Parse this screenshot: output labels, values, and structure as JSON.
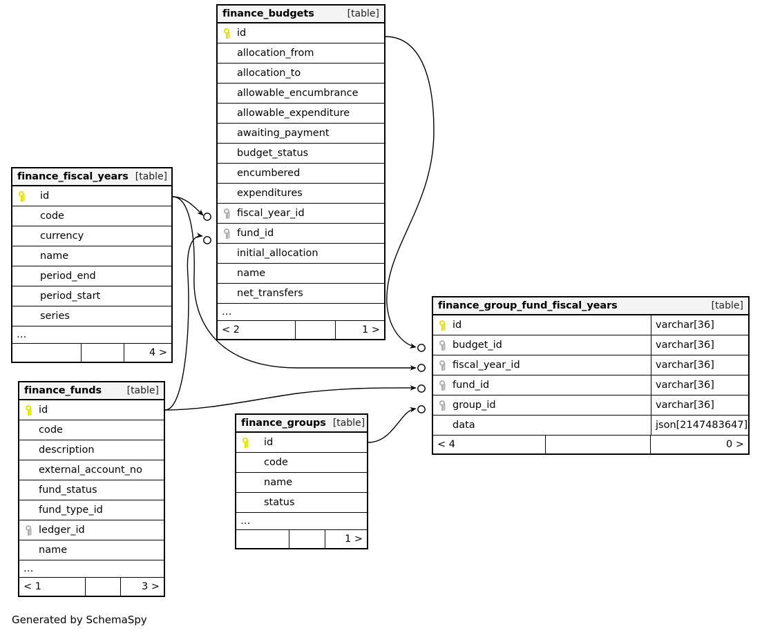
{
  "diagram": {
    "generator_note": "Generated by SchemaSpy",
    "table_kind_label": "[table]",
    "ellipsis": "…",
    "colors": {
      "primary_key_icon": "#e3e300",
      "foreign_key_icon": "#b0b0b0",
      "header_background": "#f4f4f4",
      "border": "#000000",
      "background": "#ffffff"
    }
  },
  "tables": {
    "finance_budgets": {
      "name": "finance_budgets",
      "kind": "[table]",
      "columns": [
        {
          "name": "id",
          "key": "pk",
          "type": ""
        },
        {
          "name": "allocation_from",
          "key": "",
          "type": ""
        },
        {
          "name": "allocation_to",
          "key": "",
          "type": ""
        },
        {
          "name": "allowable_encumbrance",
          "key": "",
          "type": ""
        },
        {
          "name": "allowable_expenditure",
          "key": "",
          "type": ""
        },
        {
          "name": "awaiting_payment",
          "key": "",
          "type": ""
        },
        {
          "name": "budget_status",
          "key": "",
          "type": ""
        },
        {
          "name": "encumbered",
          "key": "",
          "type": ""
        },
        {
          "name": "expenditures",
          "key": "",
          "type": ""
        },
        {
          "name": "fiscal_year_id",
          "key": "fk",
          "type": ""
        },
        {
          "name": "fund_id",
          "key": "fk",
          "type": ""
        },
        {
          "name": "initial_allocation",
          "key": "",
          "type": ""
        },
        {
          "name": "name",
          "key": "",
          "type": ""
        },
        {
          "name": "net_transfers",
          "key": "",
          "type": ""
        }
      ],
      "footer": {
        "left": "< 2",
        "middle": "",
        "right": "1 >"
      }
    },
    "finance_fiscal_years": {
      "name": "finance_fiscal_years",
      "kind": "[table]",
      "columns": [
        {
          "name": "id",
          "key": "pk",
          "type": ""
        },
        {
          "name": "code",
          "key": "",
          "type": ""
        },
        {
          "name": "currency",
          "key": "",
          "type": ""
        },
        {
          "name": "name",
          "key": "",
          "type": ""
        },
        {
          "name": "period_end",
          "key": "",
          "type": ""
        },
        {
          "name": "period_start",
          "key": "",
          "type": ""
        },
        {
          "name": "series",
          "key": "",
          "type": ""
        }
      ],
      "footer": {
        "left": "",
        "middle": "",
        "right": "4 >"
      }
    },
    "finance_funds": {
      "name": "finance_funds",
      "kind": "[table]",
      "columns": [
        {
          "name": "id",
          "key": "pk",
          "type": ""
        },
        {
          "name": "code",
          "key": "",
          "type": ""
        },
        {
          "name": "description",
          "key": "",
          "type": ""
        },
        {
          "name": "external_account_no",
          "key": "",
          "type": ""
        },
        {
          "name": "fund_status",
          "key": "",
          "type": ""
        },
        {
          "name": "fund_type_id",
          "key": "",
          "type": ""
        },
        {
          "name": "ledger_id",
          "key": "fk",
          "type": ""
        },
        {
          "name": "name",
          "key": "",
          "type": ""
        }
      ],
      "footer": {
        "left": "< 1",
        "middle": "",
        "right": "3 >"
      }
    },
    "finance_groups": {
      "name": "finance_groups",
      "kind": "[table]",
      "columns": [
        {
          "name": "id",
          "key": "pk",
          "type": ""
        },
        {
          "name": "code",
          "key": "",
          "type": ""
        },
        {
          "name": "name",
          "key": "",
          "type": ""
        },
        {
          "name": "status",
          "key": "",
          "type": ""
        }
      ],
      "footer": {
        "left": "",
        "middle": "",
        "right": "1 >"
      }
    },
    "finance_group_fund_fiscal_years": {
      "name": "finance_group_fund_fiscal_years",
      "kind": "[table]",
      "columns": [
        {
          "name": "id",
          "key": "pk",
          "type": "varchar[36]"
        },
        {
          "name": "budget_id",
          "key": "fk",
          "type": "varchar[36]"
        },
        {
          "name": "fiscal_year_id",
          "key": "fk",
          "type": "varchar[36]"
        },
        {
          "name": "fund_id",
          "key": "fk",
          "type": "varchar[36]"
        },
        {
          "name": "group_id",
          "key": "fk",
          "type": "varchar[36]"
        },
        {
          "name": "data",
          "key": "",
          "type": "json[2147483647]"
        }
      ],
      "footer": {
        "left": "< 4",
        "middle": "",
        "right": "0 >"
      }
    }
  },
  "relationships": [
    {
      "from": "finance_fiscal_years.id",
      "to": "finance_budgets.fiscal_year_id"
    },
    {
      "from": "finance_funds.id",
      "to": "finance_budgets.fund_id"
    },
    {
      "from": "finance_budgets.id",
      "to": "finance_group_fund_fiscal_years.budget_id"
    },
    {
      "from": "finance_fiscal_years.id",
      "to": "finance_group_fund_fiscal_years.fiscal_year_id"
    },
    {
      "from": "finance_funds.id",
      "to": "finance_group_fund_fiscal_years.fund_id"
    },
    {
      "from": "finance_groups.id",
      "to": "finance_group_fund_fiscal_years.group_id"
    }
  ]
}
